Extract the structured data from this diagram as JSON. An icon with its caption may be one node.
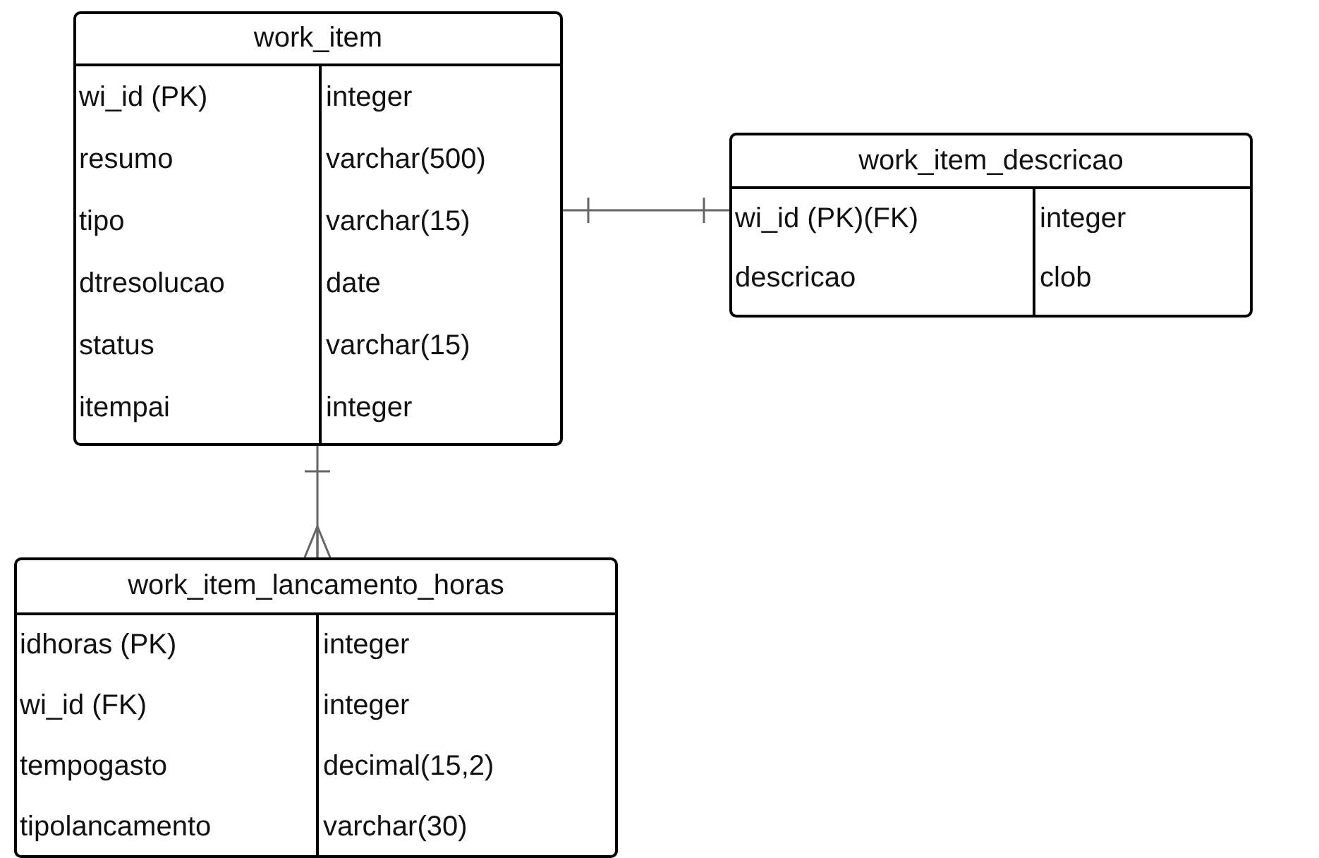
{
  "diagram": {
    "nodes": [
      {
        "text": [
          "work_item",
          "wi_id (PK)",
          "integer",
          "resumo",
          "varchar(500)",
          "tipo",
          "varchar(15)",
          "dtresolucao",
          "date",
          "status",
          "varchar(15)",
          "itempai",
          "integer"
        ]
      },
      {
        "text": [
          "work_item_descricao",
          "wi_id (PK)(FK)",
          "integer",
          "descricao",
          "clob"
        ]
      },
      {
        "text": [
          "work_item_lancamento_horas",
          "idhoras (PK)",
          "integer",
          "wi_id (FK)",
          "integer",
          "tempogasto",
          "decimal(15,2)",
          "tipolancamento",
          "varchar(30)"
        ]
      }
    ],
    "edges": [
      {
        "from": 0,
        "to": 1,
        "arrow": "other"
      },
      {
        "from": 0,
        "to": 2,
        "arrow": "other"
      }
    ]
  }
}
